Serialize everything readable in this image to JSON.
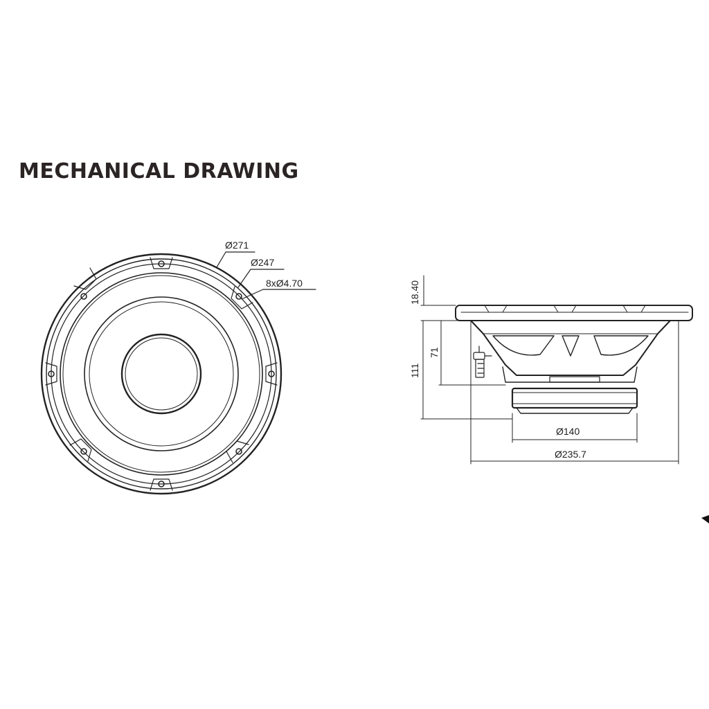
{
  "title": "MECHANICAL DRAWING",
  "front_view": {
    "labels": {
      "outer_diameter": "Ø271",
      "mount_diameter": "Ø247",
      "holes": "8xØ4.70"
    }
  },
  "side_view": {
    "labels": {
      "flange_height": "18.40",
      "mount_depth": "71",
      "total_depth": "111",
      "magnet_diameter": "Ø140",
      "cutout_diameter": "Ø235.7"
    }
  }
}
